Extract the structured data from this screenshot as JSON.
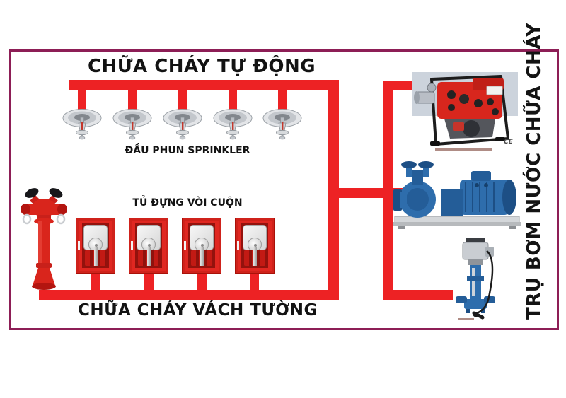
{
  "labels": {
    "top_title": "CHỮA CHÁY TỰ ĐỘNG",
    "sprinkler_label": "ĐẦU PHUN SPRINKLER",
    "cabinet_label": "TỦ ĐỰNG VÒI CUỘN",
    "bottom_title": "CHỮA CHÁY VÁCH TƯỜNG",
    "right_title": "TRỤ BƠM NƯỚC CHỮA CHÁY"
  },
  "equipment": {
    "ce_mark": "CE",
    "sprinkler_count": 5,
    "cabinet_count": 4,
    "icons": [
      "sprinkler-head",
      "fire-hydrant",
      "hose-reel-cabinet",
      "portable-fire-pump",
      "centrifugal-pump-set",
      "vertical-multistage-pump"
    ]
  },
  "colors": {
    "pipe": "#ed2224",
    "frame_border": "#8d1e56",
    "cabinet_red": "#e02721",
    "hydrant_red": "#d9251c",
    "pump_blue": "#2e6dac",
    "text": "#131313"
  }
}
